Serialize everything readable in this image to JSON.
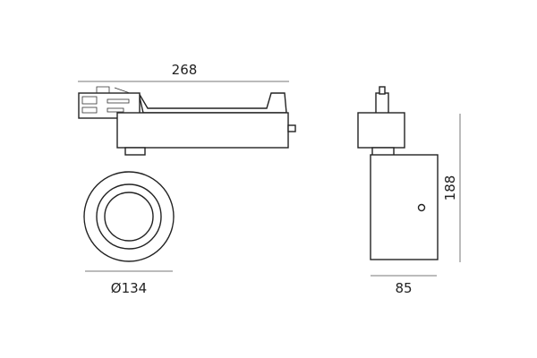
{
  "front_view": {
    "width_label": "268",
    "diameter_label": "Ø134"
  },
  "side_view": {
    "height_label": "188",
    "depth_label": "85"
  }
}
